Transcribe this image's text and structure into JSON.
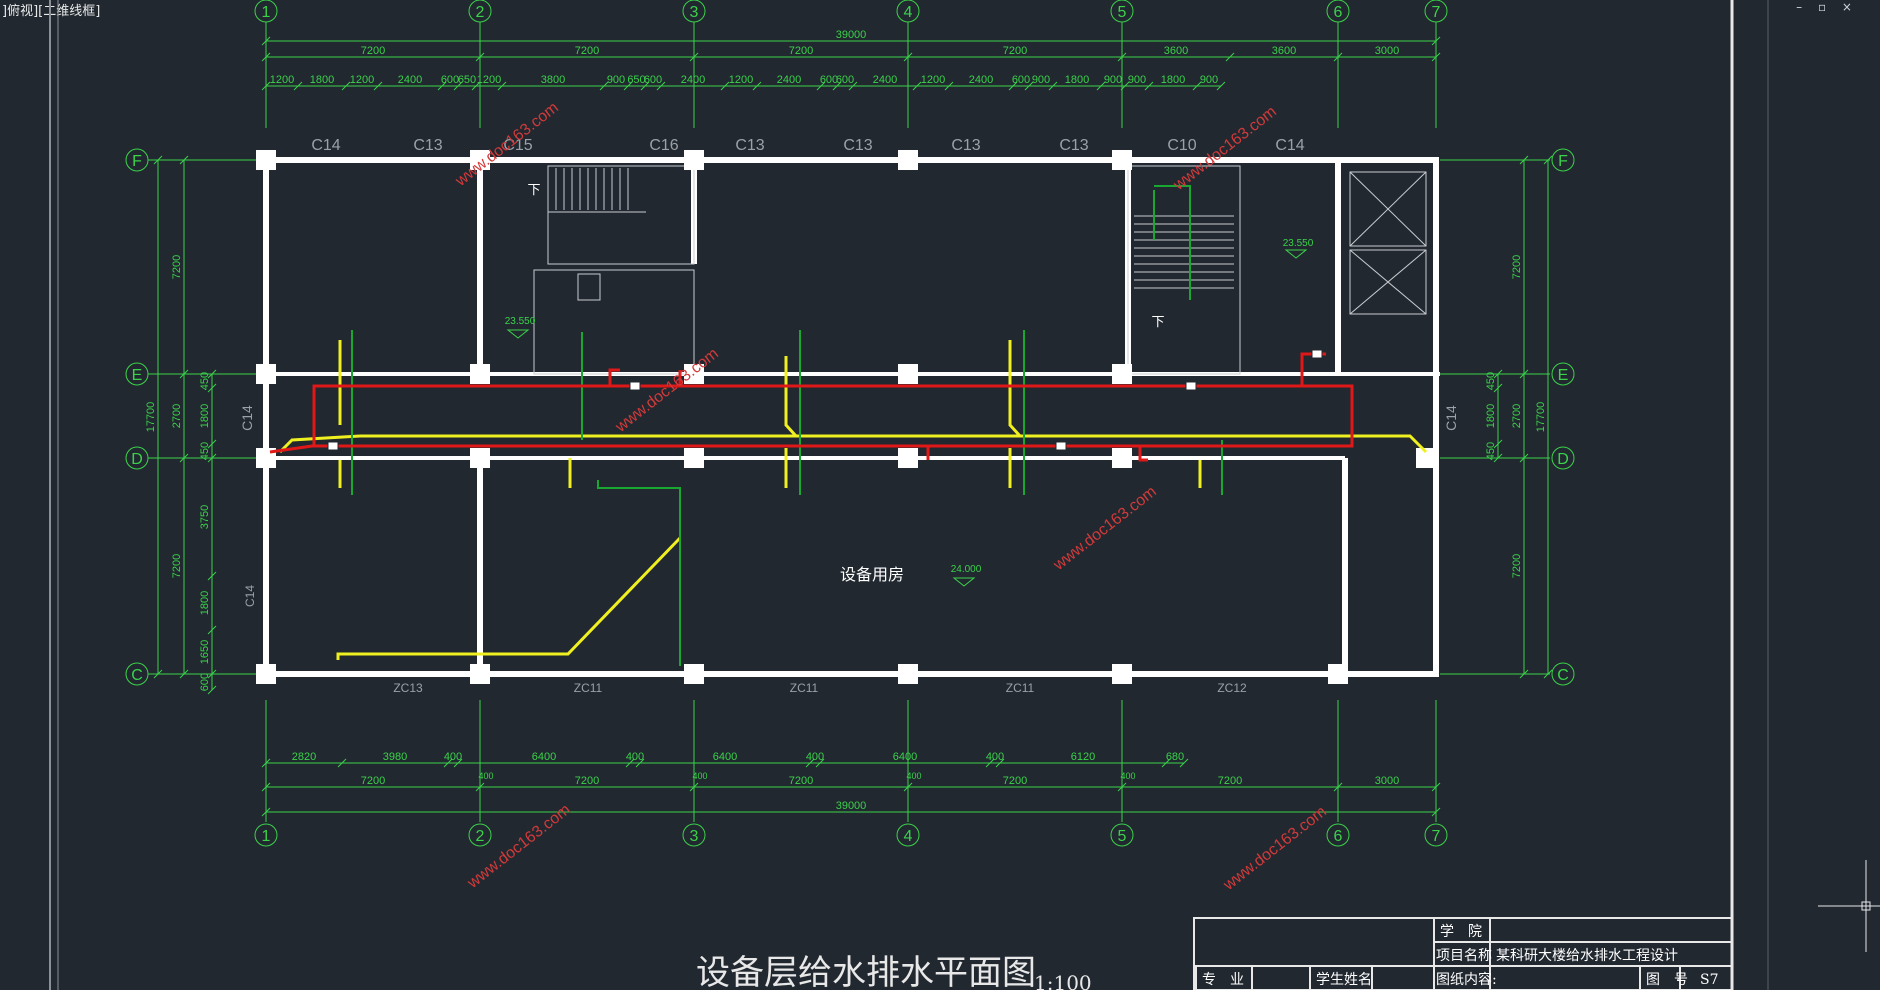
{
  "viewport": {
    "label": "]俯视][二维线框]",
    "controls": "– ▫ ×"
  },
  "axes": {
    "columns": [
      "1",
      "2",
      "3",
      "4",
      "5",
      "6",
      "7"
    ],
    "rows": [
      "F",
      "E",
      "D",
      "C"
    ]
  },
  "dims": {
    "top_total": "39000",
    "top_bays": [
      "7200",
      "7200",
      "7200",
      "7200",
      "3600",
      "3600",
      "3000"
    ],
    "top_detail": [
      "1200",
      "1800",
      "1200",
      "2400",
      "600",
      "650",
      "1200",
      "3800",
      "900",
      "650",
      "600",
      "2400",
      "1200",
      "2400",
      "600",
      "600",
      "2400",
      "1200",
      "2400",
      "600",
      "900",
      "1800",
      "900",
      "900",
      "1800",
      "900"
    ],
    "bottom_detail": [
      "2820",
      "3980",
      "400",
      "6400",
      "400",
      "6400",
      "400",
      "6400",
      "400",
      "6120",
      "680"
    ],
    "bottom_400s": [
      "400",
      "400",
      "400",
      "400"
    ],
    "bottom_bays": [
      "7200",
      "7200",
      "7200",
      "7200",
      "7200",
      "3000"
    ],
    "bottom_total": "39000",
    "left_outer": "17700",
    "left_bays": [
      "7200",
      "2700",
      "7200"
    ],
    "left_detail": [
      "450",
      "1800",
      "450",
      "3750",
      "1800",
      "1650",
      "600"
    ],
    "right_bays": [
      "7200",
      "2700",
      "7200"
    ],
    "right_outer": "17700",
    "right_detail": [
      "450",
      "1800",
      "450"
    ]
  },
  "windows": {
    "top": [
      "C14",
      "C13",
      "C15",
      "C16",
      "C13",
      "C13",
      "C13",
      "C13",
      "C10",
      "C14"
    ],
    "bottom": [
      "ZC13",
      "ZC11",
      "ZC11",
      "ZC11",
      "ZC12"
    ],
    "side": [
      "C14",
      "C14",
      "C14"
    ]
  },
  "room_label": "设备用房",
  "elevations": [
    "23.550",
    "23.550",
    "24.000"
  ],
  "stair_down": "下",
  "watermark": "www.doc163.com",
  "title": "设备层给水排水平面图",
  "scale": "1:100",
  "title_block": {
    "school_label": "学　院",
    "project_label": "项目名称",
    "project_value": "某科研大楼给水排水工程设计",
    "major_label": "专　业",
    "student_label": "学生姓名",
    "content_label": "图纸内容:",
    "drawing_no_label": "图　号",
    "drawing_no_value": "S7"
  },
  "colors": {
    "background": "#212830",
    "wall": "#ffffff",
    "dimension": "#3bd24a",
    "supply_pipe": "#e01818",
    "drain_pipe": "#f0f020",
    "vent_pipe": "#18a832",
    "watermark": "#d23a3a"
  }
}
